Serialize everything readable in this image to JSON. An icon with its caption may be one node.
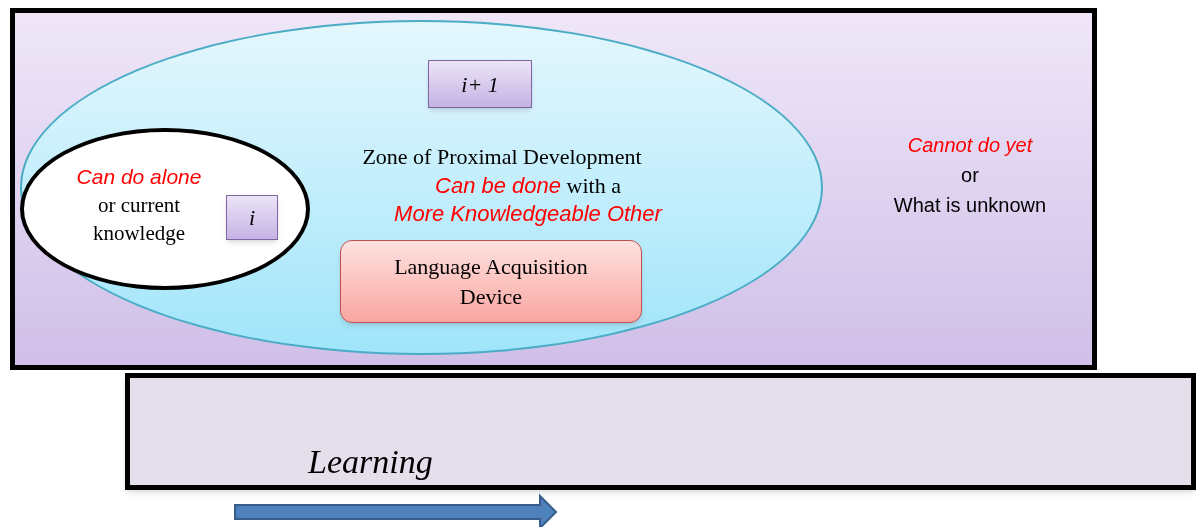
{
  "diagram": {
    "nodes": [
      {
        "text": [
          "Cannot do yet",
          "or",
          "What is unknown"
        ]
      },
      {
        "text": [
          "Zone of Proximal Development",
          "*Can be done* with a *More Knowledgeable Other*"
        ],
        "in": 0
      },
      {
        "text": [
          "i+ 1"
        ],
        "in": 1
      },
      {
        "text": [
          "*Can do alone* or current knowledge"
        ],
        "in": 1
      },
      {
        "text": [
          "i"
        ],
        "in": 3
      },
      {
        "text": [
          "Language Acquisition Device"
        ],
        "in": 1
      },
      {
        "text": [
          "Learning"
        ]
      }
    ]
  }
}
